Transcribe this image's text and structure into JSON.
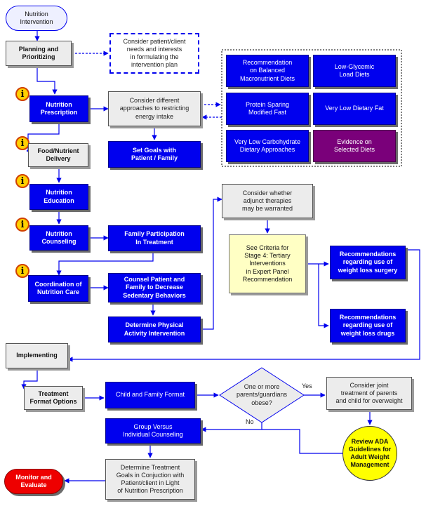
{
  "nodes": {
    "nutrition_intervention": "Nutrition\nIntervention",
    "planning": "Planning and\nPrioritizing",
    "consider_needs": "Consider patient/client\nneeds and interests\nin formulating the\nintervention plan",
    "nutrition_prescription": "Nutrition\nPrescription",
    "consider_approaches": "Consider different\napproaches to restricting\nenergy intake",
    "rec_macronutrient": "Recommendation\non Balanced\nMacronutrient Diets",
    "low_glycemic": "Low-Glycemic\nLoad Diets",
    "protein_sparing": "Protein Sparing\nModified Fast",
    "very_low_fat": "Very Low Dietary Fat",
    "very_low_carb": "Very Low Carbohydrate\nDietary Approaches",
    "evidence_selected": "Evidence on\nSelected Diets",
    "set_goals": "Set Goals with\nPatient / Family",
    "food_delivery": "Food/Nutrient\nDelivery",
    "nutrition_education": "Nutrition\nEducation",
    "nutrition_counseling": "Nutrition\nCounseling",
    "family_participation": "Family Participation\nIn Treatment",
    "coordination": "Coordination of\nNutrition Care",
    "counsel_sedentary": "Counsel Patient and\nFamily to Decrease\nSedentary Behaviors",
    "physical_activity": "Determine Physical\nActivity Intervention",
    "consider_adjunct": "Consider whether\nadjunct therapies\nmay be warranted",
    "see_criteria": "See Criteria for\nStage 4: Tertiary\nInterventions\nin Expert Panel\nRecommendation",
    "rec_surgery": "Recommendations\nregarding use of\nweight loss surgery",
    "rec_drugs": "Recommendations\nregarding use of\nweight loss drugs",
    "implementing": "Implementing",
    "treatment_format": "Treatment\nFormat Options",
    "child_family_format": "Child and Family Format",
    "parents_obese": "One or more\nparents/guardians\nobese?",
    "consider_joint": "Consider joint\ntreatment of parents\nand child for overweight",
    "group_individual": "Group Versus\nIndividual Counseling",
    "review_ada": "Review ADA\nGuidelines for\nAdult Weight\nManagement",
    "determine_goals": "Determine Treatment\nGoals in Conjuction with\nPatient/client in Light\nof Nutrition Prescription",
    "monitor": "Monitor and\nEvaluate"
  },
  "edge_labels": {
    "yes": "Yes",
    "no": "No"
  },
  "info_icon": {
    "glyph": "i",
    "name": "info-icon"
  },
  "colors": {
    "primary_blue": "#0000ee",
    "process_gray": "#ececec",
    "evidence_purple": "#7a007a",
    "criteria_yellow": "#ffffc4",
    "review_yellow": "#ffff00",
    "monitor_red": "#ee0000",
    "info_orange": "#ffd000"
  }
}
